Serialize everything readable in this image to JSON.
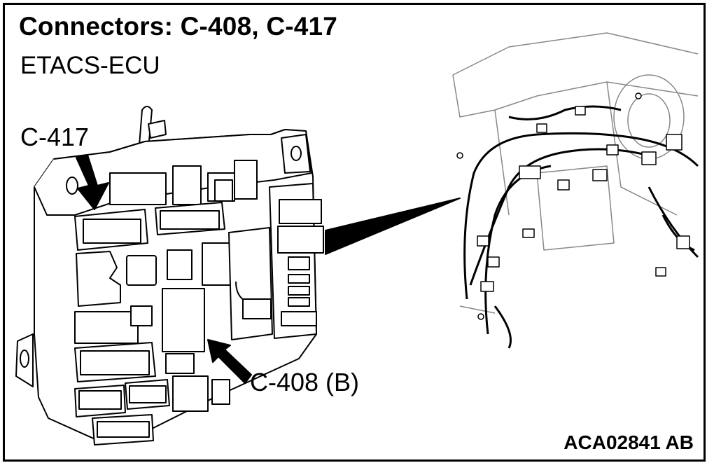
{
  "diagram": {
    "title": "Connectors: C-408, C-417",
    "subtitle": "ETACS-ECU",
    "callouts": {
      "c417": "C-417",
      "c408": "C-408 (B)"
    },
    "figure_id": "ACA02841 AB"
  },
  "colors": {
    "ink": "#000000",
    "paper": "#ffffff"
  }
}
